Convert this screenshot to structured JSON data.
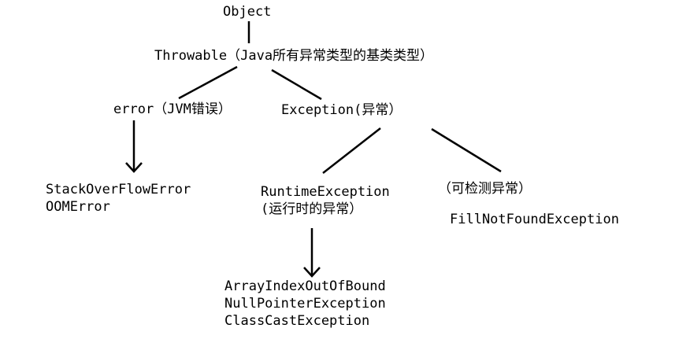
{
  "diagram": {
    "colors": {
      "background": "#ffffff",
      "ink": "#000000"
    },
    "nodes": {
      "object": "Object",
      "throwable": "Throwable（Java所有异常类型的基类类型）",
      "error": "error（JVM错误）",
      "exception": "Exception(异常）",
      "error_children": [
        "StackOverFlowError",
        "OOMError"
      ],
      "runtime_exception": {
        "name": "RuntimeException",
        "note": "(运行时的异常）"
      },
      "runtime_children": [
        "ArrayIndexOutOfBound",
        "NullPointerException",
        "ClassCastException"
      ],
      "checked_exception": {
        "note": "（可检测异常）",
        "name": "FillNotFoundException"
      }
    },
    "edges": [
      {
        "id": "object-to-throwable",
        "type": "line"
      },
      {
        "id": "throwable-to-error",
        "type": "line"
      },
      {
        "id": "throwable-to-exception",
        "type": "line"
      },
      {
        "id": "error-to-error-children",
        "type": "arrow"
      },
      {
        "id": "exception-to-runtime",
        "type": "line"
      },
      {
        "id": "exception-to-checked",
        "type": "line"
      },
      {
        "id": "runtime-to-runtime-children",
        "type": "arrow"
      }
    ]
  }
}
